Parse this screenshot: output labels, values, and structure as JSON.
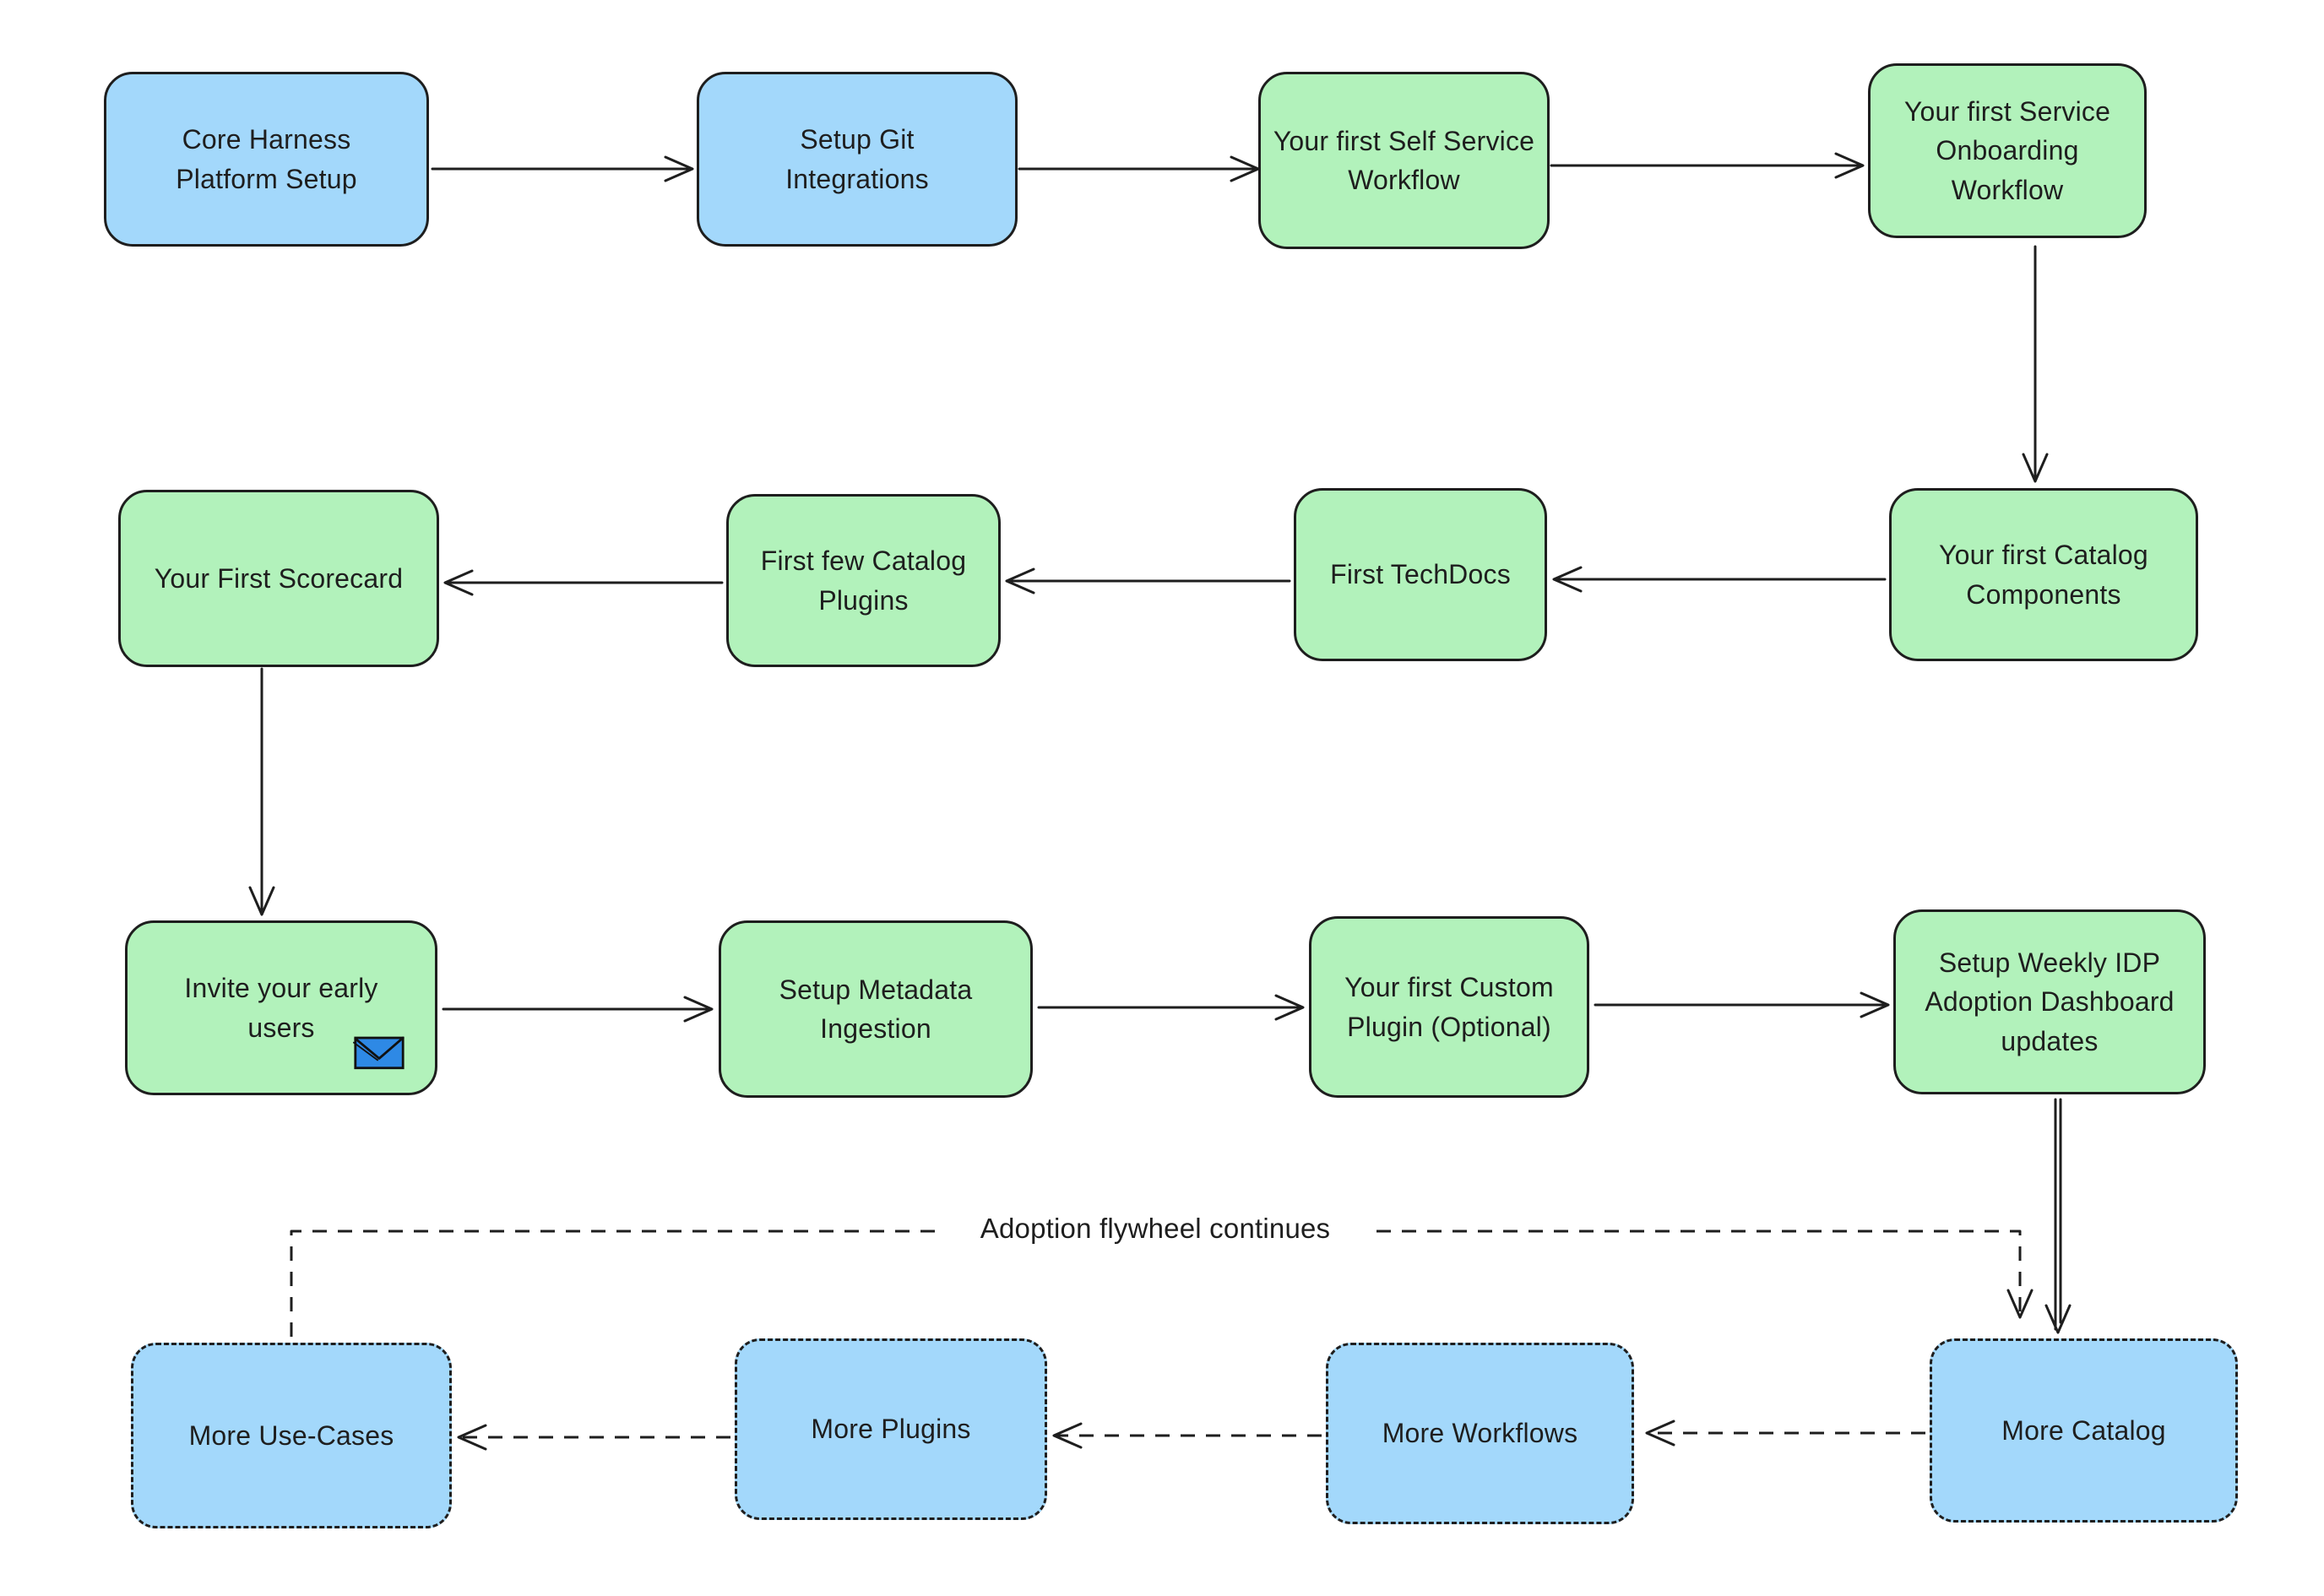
{
  "diagram": {
    "flywheel_label": "Adoption flywheel continues",
    "colors": {
      "box_blue": "#a3d8fb",
      "box_green": "#b2f2bb",
      "stroke": "#1e1e1e",
      "envelope_blue": "#2e89e5",
      "background": "#ffffff"
    },
    "nodes": [
      {
        "id": "core-harness-platform-setup",
        "label": "Core Harness\nPlatform Setup",
        "color": "blue",
        "border": "solid"
      },
      {
        "id": "setup-git-integrations",
        "label": "Setup Git\nIntegrations",
        "color": "blue",
        "border": "solid"
      },
      {
        "id": "first-self-service-workflow",
        "label": "Your first Self Service\nWorkflow",
        "color": "green",
        "border": "solid"
      },
      {
        "id": "first-service-onboarding-workflow",
        "label": "Your first Service\nOnboarding\nWorkflow",
        "color": "green",
        "border": "solid"
      },
      {
        "id": "first-catalog-components",
        "label": "Your first Catalog\nComponents",
        "color": "green",
        "border": "solid"
      },
      {
        "id": "first-techdocs",
        "label": "First TechDocs",
        "color": "green",
        "border": "solid"
      },
      {
        "id": "first-few-catalog-plugins",
        "label": "First few Catalog\nPlugins",
        "color": "green",
        "border": "solid"
      },
      {
        "id": "your-first-scorecard",
        "label": "Your First Scorecard",
        "color": "green",
        "border": "solid"
      },
      {
        "id": "invite-your-early-users",
        "label": "Invite your early\nusers",
        "color": "green",
        "border": "solid",
        "icon": "envelope-icon"
      },
      {
        "id": "setup-metadata-ingestion",
        "label": "Setup Metadata\nIngestion",
        "color": "green",
        "border": "solid"
      },
      {
        "id": "first-custom-plugin",
        "label": "Your first Custom\nPlugin (Optional)",
        "color": "green",
        "border": "solid"
      },
      {
        "id": "setup-weekly-idp-adoption-dashboard-updates",
        "label": "Setup Weekly IDP\nAdoption Dashboard\nupdates",
        "color": "green",
        "border": "solid"
      },
      {
        "id": "more-catalog",
        "label": "More Catalog",
        "color": "blue",
        "border": "dashed"
      },
      {
        "id": "more-workflows",
        "label": "More Workflows",
        "color": "blue",
        "border": "dashed"
      },
      {
        "id": "more-plugins",
        "label": "More Plugins",
        "color": "blue",
        "border": "dashed"
      },
      {
        "id": "more-use-cases",
        "label": "More Use-Cases",
        "color": "blue",
        "border": "dashed"
      }
    ],
    "edges": [
      {
        "from": "core-harness-platform-setup",
        "to": "setup-git-integrations",
        "style": "solid"
      },
      {
        "from": "setup-git-integrations",
        "to": "first-self-service-workflow",
        "style": "solid"
      },
      {
        "from": "first-self-service-workflow",
        "to": "first-service-onboarding-workflow",
        "style": "solid"
      },
      {
        "from": "first-service-onboarding-workflow",
        "to": "first-catalog-components",
        "style": "solid"
      },
      {
        "from": "first-catalog-components",
        "to": "first-techdocs",
        "style": "solid"
      },
      {
        "from": "first-techdocs",
        "to": "first-few-catalog-plugins",
        "style": "solid"
      },
      {
        "from": "first-few-catalog-plugins",
        "to": "your-first-scorecard",
        "style": "solid"
      },
      {
        "from": "your-first-scorecard",
        "to": "invite-your-early-users",
        "style": "solid"
      },
      {
        "from": "invite-your-early-users",
        "to": "setup-metadata-ingestion",
        "style": "solid"
      },
      {
        "from": "setup-metadata-ingestion",
        "to": "first-custom-plugin",
        "style": "solid"
      },
      {
        "from": "first-custom-plugin",
        "to": "setup-weekly-idp-adoption-dashboard-updates",
        "style": "solid"
      },
      {
        "from": "setup-weekly-idp-adoption-dashboard-updates",
        "to": "more-catalog",
        "style": "solid"
      },
      {
        "from": "more-use-cases",
        "to": "more-catalog",
        "style": "dashed",
        "label": "Adoption flywheel continues"
      },
      {
        "from": "more-catalog",
        "to": "more-workflows",
        "style": "dashed"
      },
      {
        "from": "more-workflows",
        "to": "more-plugins",
        "style": "dashed"
      },
      {
        "from": "more-plugins",
        "to": "more-use-cases",
        "style": "dashed"
      }
    ]
  }
}
